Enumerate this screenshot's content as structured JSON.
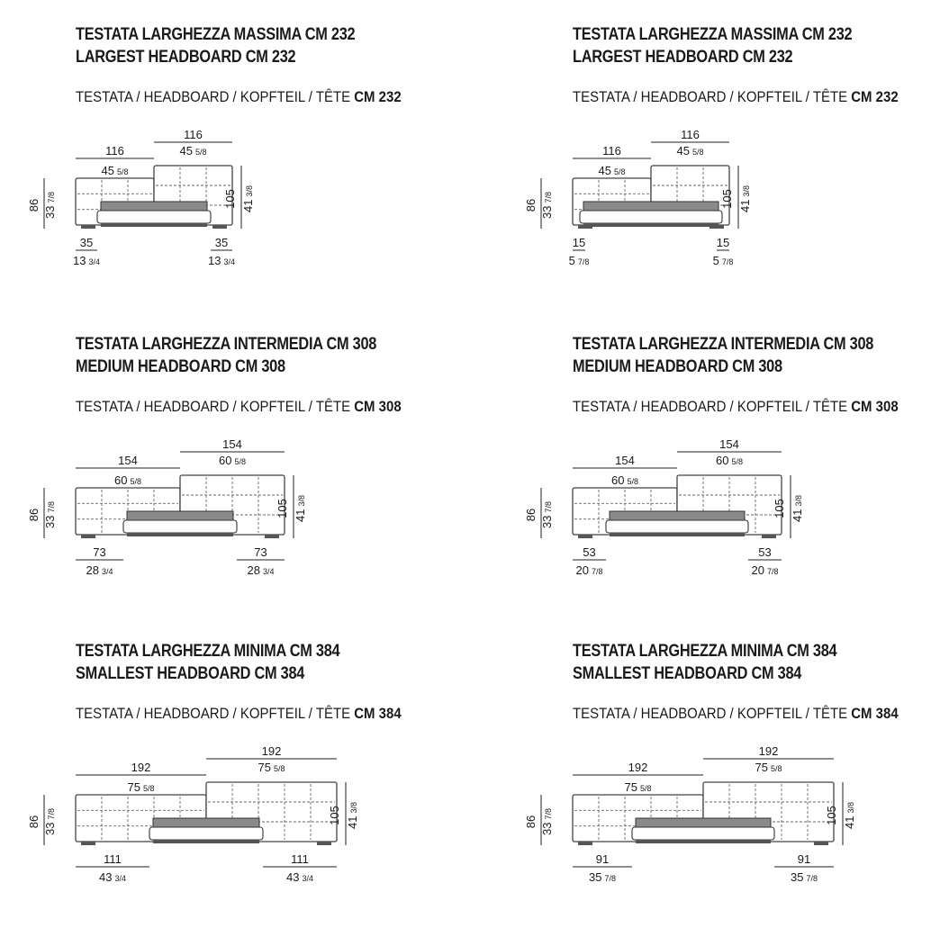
{
  "panels": [
    {
      "title1": "TESTATA LARGHEZZA MASSIMA CM 232",
      "title2": "LARGEST HEADBOARD CM 232",
      "subtitle_text": "TESTATA / HEADBOARD / KOPFTEIL / TÊTE",
      "subtitle_bold": "CM 232",
      "modules": 2,
      "frame": "wide",
      "low_cm": "116",
      "low_in": "45",
      "low_frac": "5/8",
      "high_cm": "116",
      "high_in": "45",
      "high_frac": "5/8",
      "h_low_cm": "86",
      "h_low_in": "33",
      "h_low_frac": "7/8",
      "h_high_cm": "105",
      "h_high_in": "41",
      "h_high_frac": "3/8",
      "side_cm": "35",
      "side_in": "13",
      "side_frac": "3/4"
    },
    {
      "title1": "TESTATA LARGHEZZA MASSIMA CM 232",
      "title2": "LARGEST HEADBOARD CM 232",
      "subtitle_text": "TESTATA / HEADBOARD / KOPFTEIL / TÊTE",
      "subtitle_bold": "CM 232",
      "modules": 2,
      "frame": "narrow",
      "low_cm": "116",
      "low_in": "45",
      "low_frac": "5/8",
      "high_cm": "116",
      "high_in": "45",
      "high_frac": "5/8",
      "h_low_cm": "86",
      "h_low_in": "33",
      "h_low_frac": "7/8",
      "h_high_cm": "105",
      "h_high_in": "41",
      "h_high_frac": "3/8",
      "side_cm": "15",
      "side_in": "5",
      "side_frac": "7/8"
    },
    {
      "title1": "TESTATA LARGHEZZA INTERMEDIA CM 308",
      "title2": "MEDIUM HEADBOARD CM 308",
      "subtitle_text": "TESTATA / HEADBOARD / KOPFTEIL / TÊTE",
      "subtitle_bold": "CM 308",
      "modules": 3,
      "frame": "wide",
      "low_cm": "154",
      "low_in": "60",
      "low_frac": "5/8",
      "high_cm": "154",
      "high_in": "60",
      "high_frac": "5/8",
      "h_low_cm": "86",
      "h_low_in": "33",
      "h_low_frac": "7/8",
      "h_high_cm": "105",
      "h_high_in": "41",
      "h_high_frac": "3/8",
      "side_cm": "73",
      "side_in": "28",
      "side_frac": "3/4"
    },
    {
      "title1": "TESTATA LARGHEZZA INTERMEDIA CM 308",
      "title2": "MEDIUM HEADBOARD CM 308",
      "subtitle_text": "TESTATA / HEADBOARD / KOPFTEIL / TÊTE",
      "subtitle_bold": "CM 308",
      "modules": 3,
      "frame": "narrow",
      "low_cm": "154",
      "low_in": "60",
      "low_frac": "5/8",
      "high_cm": "154",
      "high_in": "60",
      "high_frac": "5/8",
      "h_low_cm": "86",
      "h_low_in": "33",
      "h_low_frac": "7/8",
      "h_high_cm": "105",
      "h_high_in": "41",
      "h_high_frac": "3/8",
      "side_cm": "53",
      "side_in": "20",
      "side_frac": "7/8"
    },
    {
      "title1": "TESTATA LARGHEZZA MINIMA CM 384",
      "title2": "SMALLEST HEADBOARD CM 384",
      "subtitle_text": "TESTATA / HEADBOARD / KOPFTEIL / TÊTE",
      "subtitle_bold": "CM 384",
      "modules": 4,
      "frame": "wide",
      "low_cm": "192",
      "low_in": "75",
      "low_frac": "5/8",
      "high_cm": "192",
      "high_in": "75",
      "high_frac": "5/8",
      "h_low_cm": "86",
      "h_low_in": "33",
      "h_low_frac": "7/8",
      "h_high_cm": "105",
      "h_high_in": "41",
      "h_high_frac": "3/8",
      "side_cm": "111",
      "side_in": "43",
      "side_frac": "3/4"
    },
    {
      "title1": "TESTATA LARGHEZZA MINIMA CM 384",
      "title2": "SMALLEST HEADBOARD CM 384",
      "subtitle_text": "TESTATA / HEADBOARD / KOPFTEIL / TÊTE",
      "subtitle_bold": "CM 384",
      "modules": 4,
      "frame": "narrow",
      "low_cm": "192",
      "low_in": "75",
      "low_frac": "5/8",
      "high_cm": "192",
      "high_in": "75",
      "high_frac": "5/8",
      "h_low_cm": "86",
      "h_low_in": "33",
      "h_low_frac": "7/8",
      "h_high_cm": "105",
      "h_high_in": "41",
      "h_high_frac": "3/8",
      "side_cm": "91",
      "side_in": "35",
      "side_frac": "7/8"
    }
  ]
}
